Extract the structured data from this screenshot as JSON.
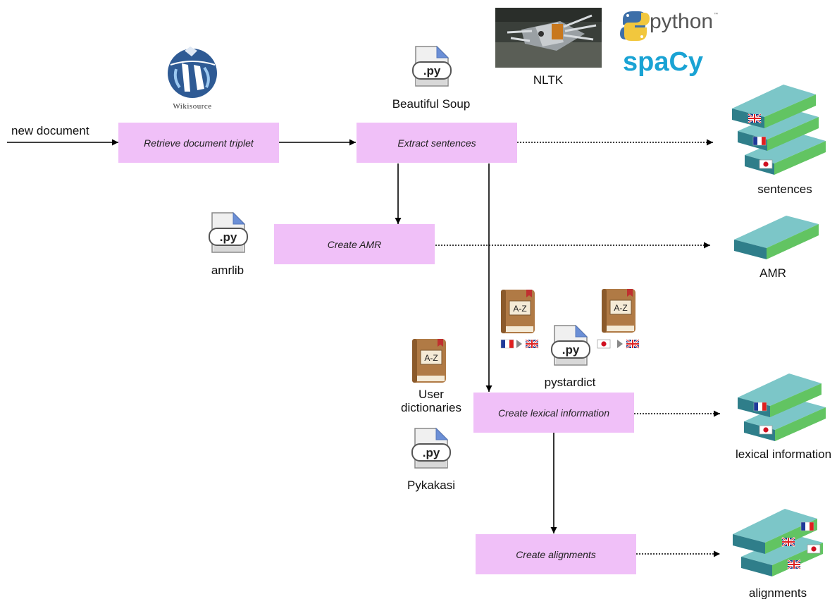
{
  "input_label": "new document",
  "boxes": {
    "retrieve": "Retrieve document triplet",
    "extract": "Extract sentences",
    "amr": "Create AMR",
    "lexical": "Create lexical information",
    "alignments": "Create alignments"
  },
  "tools": {
    "wikisource": "Wikisource",
    "beautiful_soup": "Beautiful Soup",
    "nltk": "NLTK",
    "python": "python",
    "python_tm": "™",
    "spacy": "spaCy",
    "amrlib": "amrlib",
    "pystardict": "pystardict",
    "user_dict_line1": "User",
    "user_dict_line2": "dictionaries",
    "pykakasi": "Pykakasi",
    "py_glyph": ".py",
    "az_glyph": "A-Z"
  },
  "outputs": {
    "sentences": "sentences",
    "amr": "AMR",
    "lexical": "lexical information",
    "alignments": "alignments"
  },
  "colors": {
    "box_fill": "#f0c0f8",
    "layer_top": "#7cc6c8",
    "layer_side_green": "#62c462",
    "layer_side_teal": "#2f7e8a",
    "spacy_blue": "#1aa3d4"
  },
  "icons": [
    "wikisource-logo-icon",
    "python-file-icon",
    "nltk-photo-icon",
    "python-logo-icon",
    "dictionary-book-icon",
    "uk-flag-icon",
    "france-flag-icon",
    "japan-flag-icon",
    "layer-stack-icon"
  ]
}
